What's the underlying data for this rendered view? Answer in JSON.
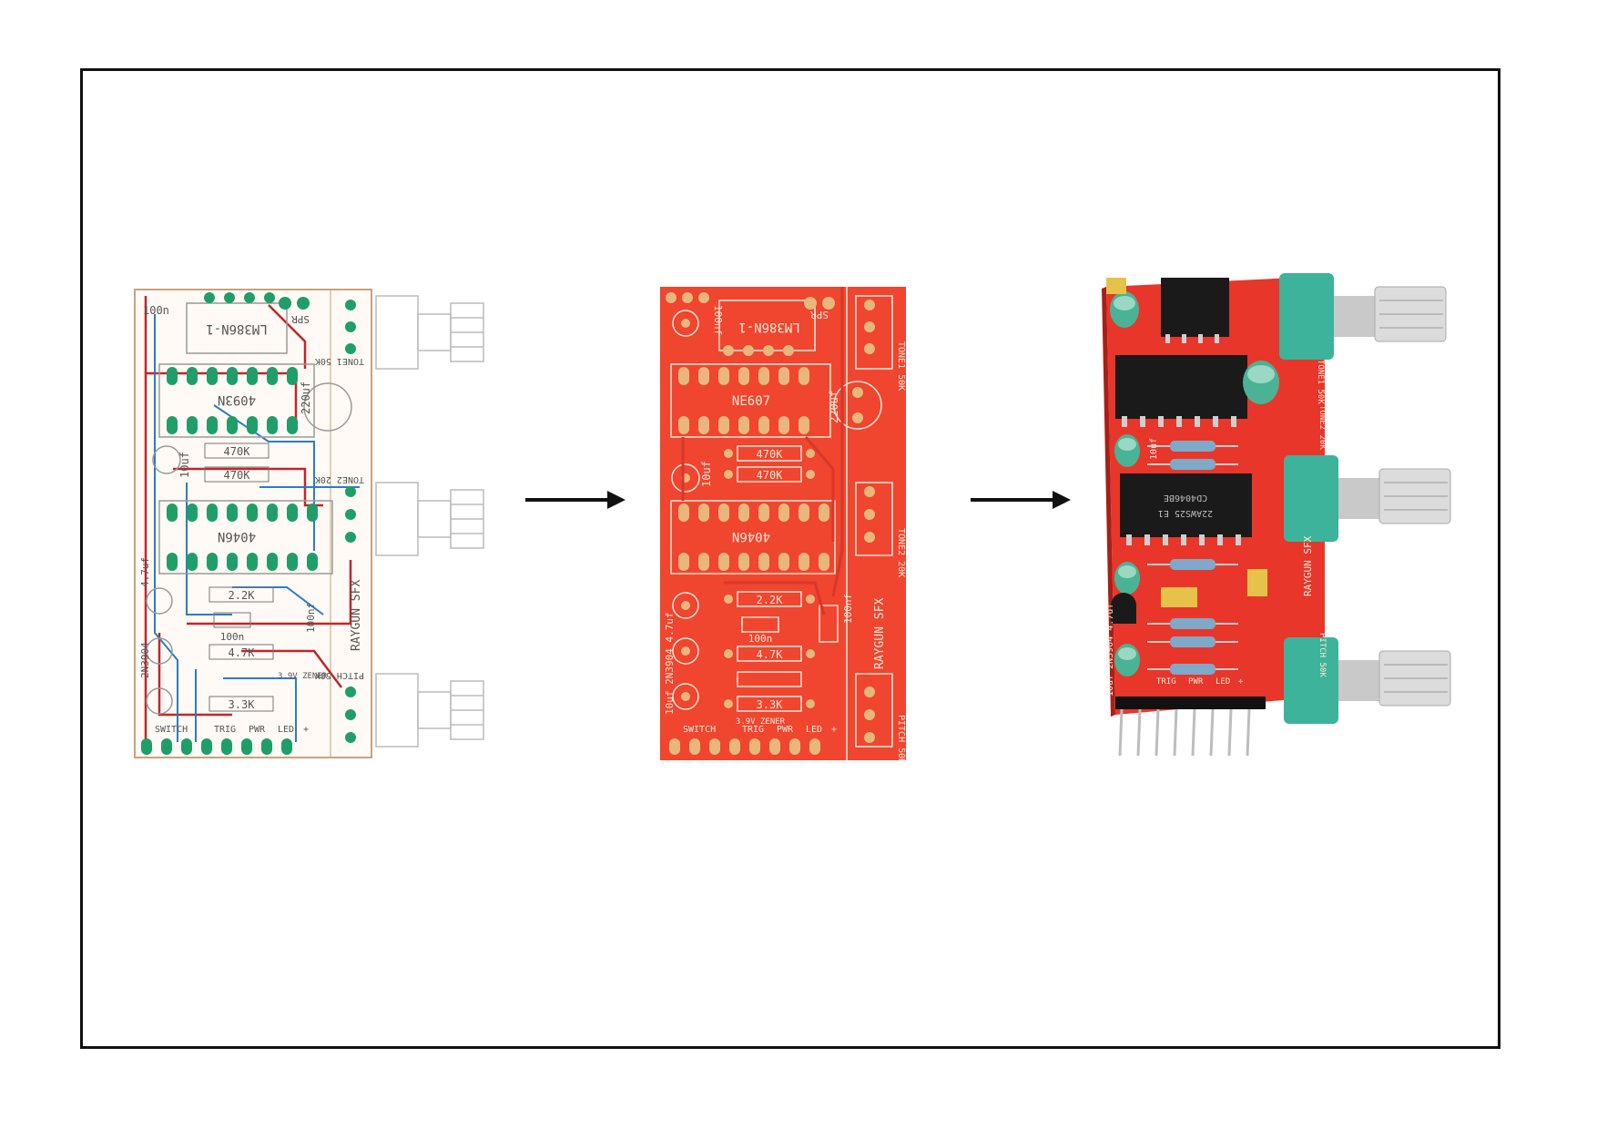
{
  "colors": {
    "frame": "#111111",
    "pcb_red": "#f0452f",
    "silk": "#ffe7d6",
    "pad": "#1f9e6a",
    "copper": "#e9b77c",
    "trace_red": "#c0262b",
    "trace_blue": "#2a7cc4",
    "pot_green": "#3cb39a",
    "header_black": "#111111"
  },
  "layout_board": {
    "ic_top": "LM386N-1",
    "ic_mid": "4093N",
    "ic_bot": "4046N",
    "cap_100n_top": "100n",
    "cap_220u": "220uf",
    "cap_10uf": "10uf",
    "res_470k_a": "470K",
    "res_470k_b": "470K",
    "res_22k": "2.2K",
    "res_47k": "4.7K",
    "res_33k": "3.3K",
    "cap_100n_mid": "100n",
    "cap_100n_side": "100nf",
    "label_spr": "SPR",
    "label_tone1": "TONE1 50K",
    "label_tone2": "TONE2 20K",
    "label_pitch": "PITCH 50K",
    "label_brand": "RAYGUN SFX",
    "label_transistor": "2N3904",
    "label_cap47": "4.7uf",
    "label_zener": "3.9V ZENER",
    "pins": [
      "SWITCH",
      "TRIG",
      "PWR",
      "LED",
      "+"
    ]
  },
  "bare_board": {
    "ic_top": "LM386N-1",
    "ic_mid": "NE607",
    "ic_bot": "4046N",
    "cap_100n_top": "100nf",
    "cap_220u": "220uf",
    "cap_10uf": "10uf",
    "res_470k_a": "470K",
    "res_470k_b": "470K",
    "res_22k": "2.2K",
    "res_47k": "4.7K",
    "res_33k": "3.3K",
    "cap_100n_mid": "100n",
    "cap_100n_side": "100nf",
    "label_spr": "SPR",
    "label_tone1": "TONE1 50K",
    "label_tone2": "TONE2 20K",
    "label_pitch": "PITCH 50K",
    "label_brand": "RAYGUN SFX",
    "label_bottom_left": "10uf 2N3904 4.7uf",
    "label_zener": "3.9V ZENER",
    "pins": [
      "SWITCH",
      "TRIG",
      "PWR",
      "LED",
      "+"
    ]
  },
  "assembled_board": {
    "chip_text": "CD4046BE",
    "chip_code": "22AWS25 E1",
    "label_brand": "RAYGUN SFX",
    "label_tone1": "TONE1 50K",
    "label_tone2": "TONE2 20K",
    "label_pitch": "PITCH 50K",
    "label_cap": "10uf",
    "label_left": "10uf 2N3904 4.7uf",
    "pins": [
      "TRIG",
      "PWR",
      "LED",
      "+"
    ]
  }
}
